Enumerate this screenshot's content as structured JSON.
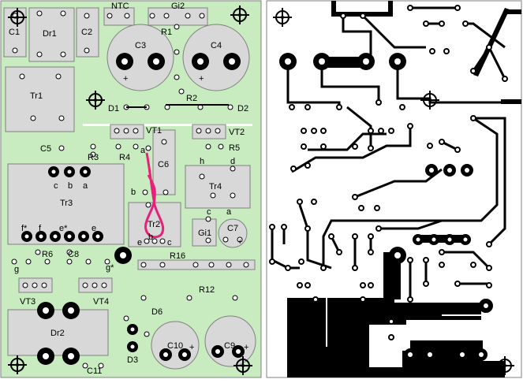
{
  "colors": {
    "board": "#c8ecc0",
    "component": "#d8d8d8",
    "outline": "#808080",
    "pad": "#ffffff",
    "copper": "#000000",
    "jumper": "#e8207a"
  },
  "labels": {
    "c1": "C1",
    "dr1": "Dr1",
    "c2": "C2",
    "ntc": "NTC",
    "gi2": "Gi2",
    "c3": "C3",
    "r1": "R1",
    "c4": "C4",
    "tr1": "Tr1",
    "r2": "R2",
    "d1": "D1",
    "d2": "D2",
    "vt1": "VT1",
    "vt2": "VT2",
    "c5": "C5",
    "r5": "R5",
    "r3": "R3",
    "r4": "R4",
    "c6": "C6",
    "h": "h",
    "d": "d",
    "a1": "a",
    "tr4": "Tr4",
    "c_a": "c",
    "b_a": "b",
    "a_a": "a",
    "b2": "b",
    "tr3": "Tr3",
    "c_b": "c",
    "a_b": "a",
    "tr2": "Tr2",
    "gi1": "Gi1",
    "c7": "C7",
    "f_star": "f*",
    "f": "f",
    "e_star": "e*",
    "e": "e",
    "r6": "R6",
    "c8": "C8",
    "e_pin": "e",
    "b_pin": "b",
    "c_pin": "c",
    "r16": "R16",
    "g": "g",
    "g_star": "g*",
    "r12": "R12",
    "vt3": "VT3",
    "vt4": "VT4",
    "d6": "D6",
    "dr2": "Dr2",
    "c10": "C10",
    "c9": "C9",
    "d3": "D3",
    "c11": "C11",
    "plus_c3": "+",
    "plus_c4": "+",
    "plus_c7": "+",
    "plus_c10": "+",
    "plus_c9": "+"
  }
}
